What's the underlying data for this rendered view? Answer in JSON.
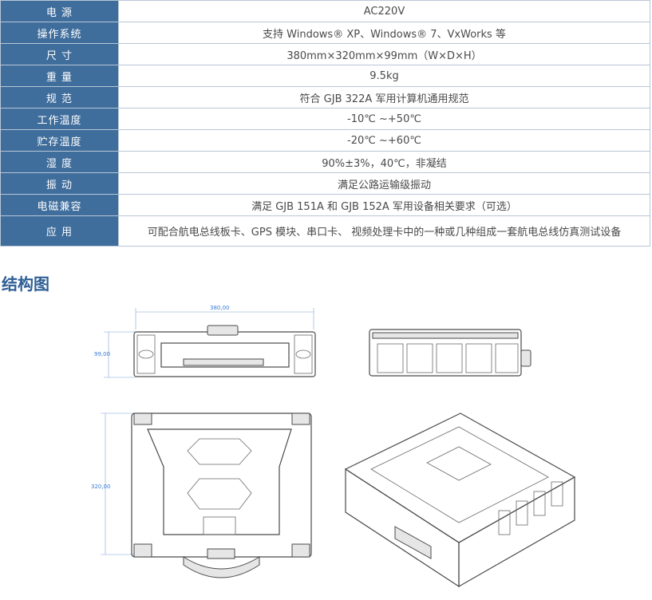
{
  "specs": [
    {
      "label": "电 源",
      "value": "AC220V"
    },
    {
      "label": "操作系统",
      "value": "支持 Windows® XP、Windows® 7、VxWorks 等"
    },
    {
      "label": "尺 寸",
      "value": "380mm×320mm×99mm（W×D×H）"
    },
    {
      "label": "重 量",
      "value": "9.5kg"
    },
    {
      "label": "规 范",
      "value": "符合 GJB 322A 军用计算机通用规范"
    },
    {
      "label": "工作温度",
      "value": "-10℃ ~+50℃"
    },
    {
      "label": "贮存温度",
      "value": "-20℃ ~+60℃"
    },
    {
      "label": "湿 度",
      "value": "90%±3%，40℃，非凝结"
    },
    {
      "label": "振 动",
      "value": "满足公路运输级振动"
    },
    {
      "label": "电磁兼容",
      "value": "满足 GJB 151A 和 GJB 152A 军用设备相关要求（可选）"
    },
    {
      "label": "应 用",
      "value": "可配合航电总线板卡、GPS 模块、串口卡、 视频处理卡中的一种或几种组成一套航电总线仿真测试设备"
    }
  ],
  "section_title": "结构图",
  "dimensions": {
    "width": "380,00",
    "height": "99,00",
    "depth": "320,00"
  }
}
